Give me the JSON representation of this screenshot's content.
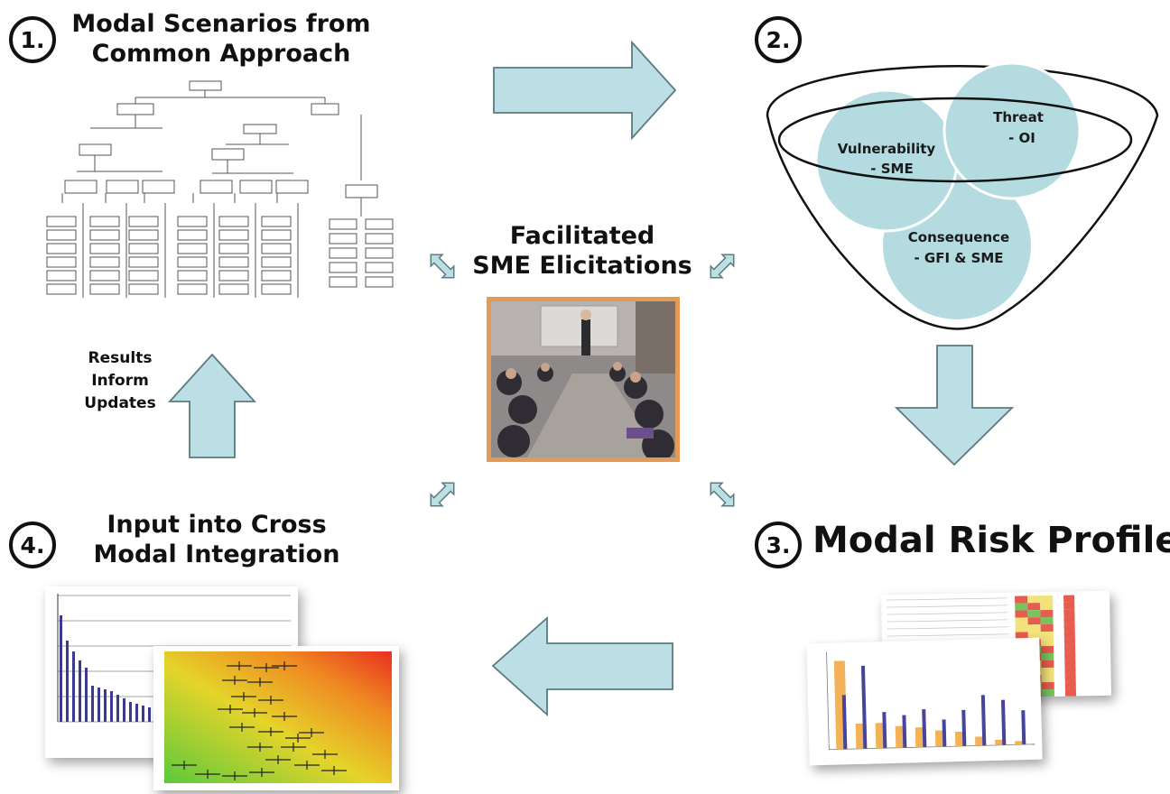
{
  "steps": [
    {
      "number": "1.",
      "title_lines": [
        "Modal Scenarios from",
        "Common Approach"
      ]
    },
    {
      "number": "2.",
      "title_lines": []
    },
    {
      "number": "3.",
      "title_lines": [
        "Modal Risk Profiles"
      ]
    },
    {
      "number": "4.",
      "title_lines": [
        "Input into Cross",
        "Modal Integration"
      ]
    }
  ],
  "center": {
    "title_lines": [
      "Facilitated",
      "SME Elicitations"
    ]
  },
  "results_text": [
    "Results",
    "Inform",
    "Updates"
  ],
  "funnel": {
    "circles": [
      {
        "name": "Threat",
        "sub": "- OI"
      },
      {
        "name": "Vulnerability",
        "sub": "- SME"
      },
      {
        "name": "Consequence",
        "sub": "- GFI & SME"
      }
    ]
  },
  "colors": {
    "arrow_fill": "#bcdfe5",
    "arrow_stroke": "#5a7b80",
    "circle_fill": "#b3dbe0",
    "photo_border": "#e39a54"
  }
}
